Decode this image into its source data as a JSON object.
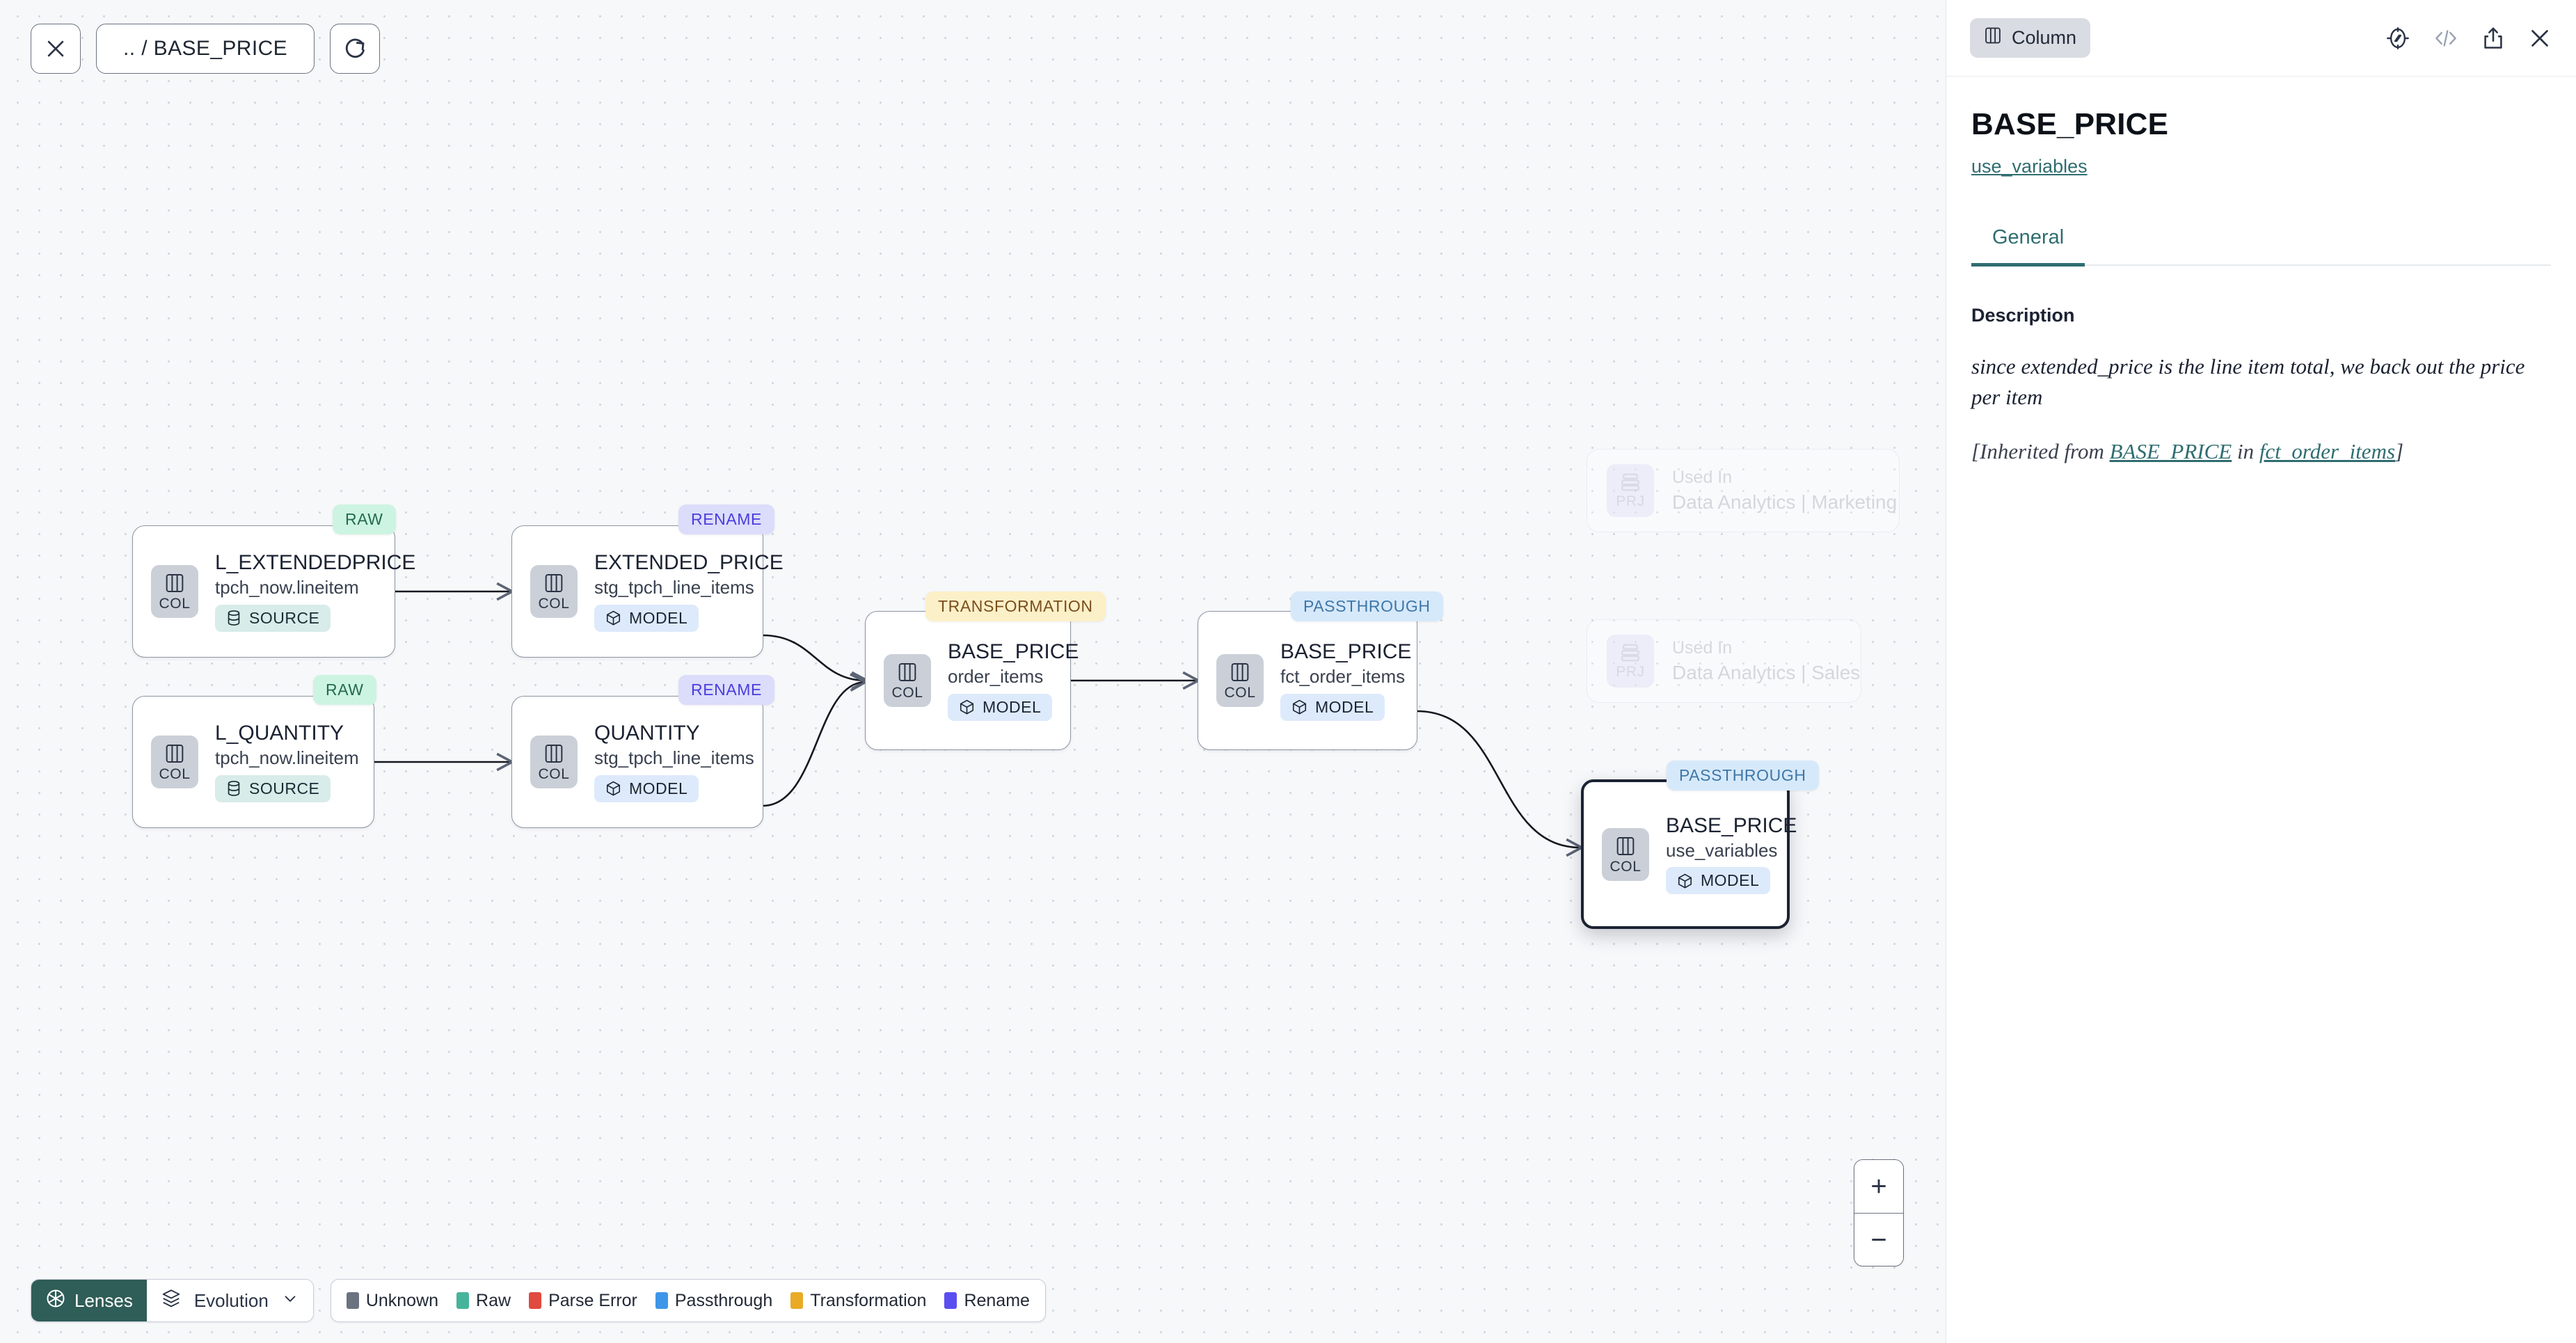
{
  "canvas": {
    "controls": {
      "close_label": "close-icon",
      "path_label": ".. / BASE_PRICE",
      "refresh_label": "refresh-icon"
    },
    "nodes": [
      {
        "id": "l_extendedprice",
        "lens": "RAW",
        "lens_kind": "raw",
        "icon": "COL",
        "title": "L_EXTENDEDPRICE",
        "subtitle": "tpch_now.lineitem",
        "chip": "SOURCE",
        "chip_kind": "source",
        "selected": false
      },
      {
        "id": "l_quantity",
        "lens": "RAW",
        "lens_kind": "raw",
        "icon": "COL",
        "title": "L_QUANTITY",
        "subtitle": "tpch_now.lineitem",
        "chip": "SOURCE",
        "chip_kind": "source",
        "selected": false
      },
      {
        "id": "extended_price",
        "lens": "RENAME",
        "lens_kind": "rename",
        "icon": "COL",
        "title": "EXTENDED_PRICE",
        "subtitle": "stg_tpch_line_items",
        "chip": "MODEL",
        "chip_kind": "model",
        "selected": false
      },
      {
        "id": "quantity",
        "lens": "RENAME",
        "lens_kind": "rename",
        "icon": "COL",
        "title": "QUANTITY",
        "subtitle": "stg_tpch_line_items",
        "chip": "MODEL",
        "chip_kind": "model",
        "selected": false
      },
      {
        "id": "base_price_order_items",
        "lens": "TRANSFORMATION",
        "lens_kind": "transformation",
        "icon": "COL",
        "title": "BASE_PRICE",
        "subtitle": "order_items",
        "chip": "MODEL",
        "chip_kind": "model",
        "selected": false
      },
      {
        "id": "base_price_fct",
        "lens": "PASSTHROUGH",
        "lens_kind": "passthrough",
        "icon": "COL",
        "title": "BASE_PRICE",
        "subtitle": "fct_order_items",
        "chip": "MODEL",
        "chip_kind": "model",
        "selected": false
      },
      {
        "id": "base_price_use_variables",
        "lens": "PASSTHROUGH",
        "lens_kind": "passthrough",
        "icon": "COL",
        "title": "BASE_PRICE",
        "subtitle": "use_variables",
        "chip": "MODEL",
        "chip_kind": "model",
        "selected": true
      }
    ],
    "ghost_nodes": [
      {
        "id": "used_in_marketing",
        "icon": "PRJ",
        "kicker": "Used In",
        "title": "Data Analytics | Marketing"
      },
      {
        "id": "used_in_sales",
        "icon": "PRJ",
        "kicker": "Used In",
        "title": "Data Analytics | Sales"
      }
    ],
    "toolbar": {
      "lenses_label": "Lenses",
      "selected_lens": "Evolution",
      "legend": [
        {
          "label": "Unknown",
          "color": "#6b7280"
        },
        {
          "label": "Raw",
          "color": "#46b49b"
        },
        {
          "label": "Parse Error",
          "color": "#e04a3f"
        },
        {
          "label": "Passthrough",
          "color": "#3d96e8"
        },
        {
          "label": "Transformation",
          "color": "#e9ab26"
        },
        {
          "label": "Rename",
          "color": "#5b4ef0"
        }
      ]
    },
    "zoom_controls": {
      "zoom_in": "+",
      "zoom_out": "−"
    }
  },
  "panel": {
    "type_badge": "Column",
    "title": "BASE_PRICE",
    "parent_link": "use_variables",
    "tabs": [
      {
        "label": "General",
        "active": true
      }
    ],
    "description": {
      "section_label": "Description",
      "text": "since extended_price is the line item total, we back out the price per item",
      "inherited_prefix": "[Inherited from ",
      "inherited_column": "BASE_PRICE",
      "inherited_middle": " in ",
      "inherited_model": "fct_order_items",
      "inherited_suffix": "]"
    }
  },
  "colors": {
    "accent_teal": "#2f5d57",
    "link_teal": "#2f6d70",
    "canvas_bg": "#f7f8fa",
    "selected_border": "#1b2232"
  }
}
